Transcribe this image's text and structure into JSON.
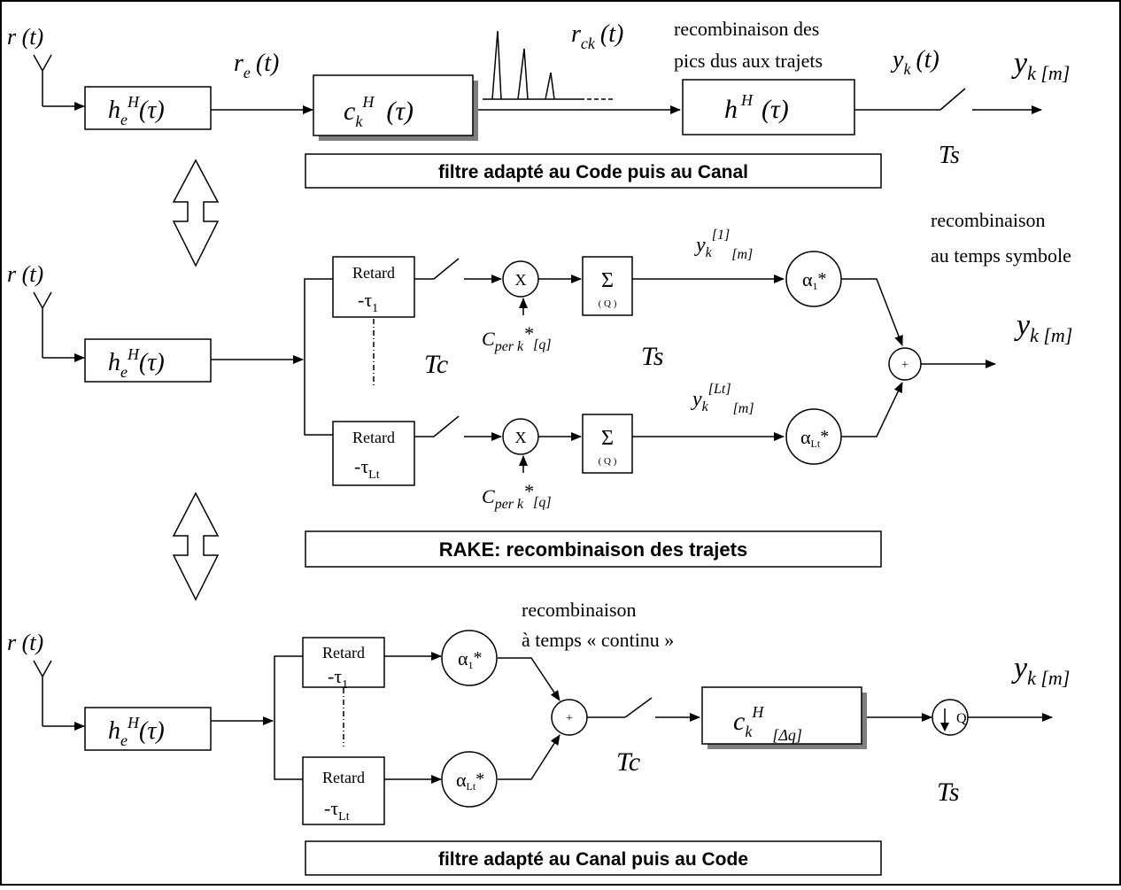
{
  "row1": {
    "input": "r (t)",
    "filter_h": "h",
    "filter_h_sub": "e",
    "filter_h_sup": "H",
    "filter_tau": "(τ)",
    "signal_re": "r",
    "signal_re_sub": "e",
    "signal_re_arg": "(t)",
    "code_filter": "c",
    "code_filter_sub": "k",
    "code_filter_sup": "H",
    "code_filter_arg": "(τ)",
    "signal_rck": "r",
    "signal_rck_sub": "ck",
    "signal_rck_arg": "(t)",
    "note_line1": "recombinaison des",
    "note_line2": "pics dus aux trajets",
    "channel_filter": "h",
    "channel_filter_sup": "H",
    "channel_filter_arg": "(τ)",
    "signal_yk": "y",
    "signal_yk_sub": "k",
    "signal_yk_arg": "(t)",
    "output": "y",
    "output_sub": "k [m]",
    "sampler": "Ts",
    "caption": "filtre adapté au Code puis au Canal"
  },
  "row2": {
    "input": "r (t)",
    "filter_h": "h",
    "filter_h_sub": "e",
    "filter_h_sup": "H",
    "filter_tau": "(τ)",
    "delay_label": "Retard",
    "delay1_tau": "-τ",
    "delay1_sub": "1",
    "delay2_tau": "-τ",
    "delay2_sub": "Lt",
    "mult": "X",
    "sum": "Σ",
    "sum_sub": "( Q )",
    "code_c": "C",
    "code_sub": "per k",
    "code_sup": "*",
    "code_idx": "[q]",
    "chip_sampler": "Tc",
    "symbol_sampler": "Ts",
    "branch1_y": "y",
    "branch1_sub": "k",
    "branch1_sup": "[1]",
    "branch1_idx": "[m]",
    "branch2_y": "y",
    "branch2_sub": "k",
    "branch2_sup": "[Lt]",
    "branch2_idx": "[m]",
    "alpha": "α",
    "alpha1_sub": "1",
    "alpha2_sub": "Lt",
    "alpha_conj": "*",
    "plus": "+",
    "note_line1": "recombinaison",
    "note_line2": "au temps symbole",
    "output": "y",
    "output_sub": "k [m]",
    "caption": "RAKE: recombinaison des trajets"
  },
  "row3": {
    "input": "r (t)",
    "filter_h": "h",
    "filter_h_sub": "e",
    "filter_h_sup": "H",
    "filter_tau": "(τ)",
    "delay_label": "Retard",
    "delay1_tau": "-τ",
    "delay1_sub": "1",
    "delay2_tau": "-τ",
    "delay2_sub": "Lt",
    "alpha": "α",
    "alpha1_sub": "1",
    "alpha2_sub": "Lt",
    "alpha_conj": "*",
    "plus": "+",
    "note_line1": "recombinaison",
    "note_line2": "à temps « continu »",
    "chip_sampler": "Tc",
    "code_filter": "c",
    "code_filter_sub": "k",
    "code_filter_sup": "H",
    "code_filter_idx": "[Δq]",
    "decim": "Q",
    "symbol_sampler": "Ts",
    "output": "y",
    "output_sub": "k [m]",
    "caption": "filtre adapté au Canal puis au Code"
  }
}
